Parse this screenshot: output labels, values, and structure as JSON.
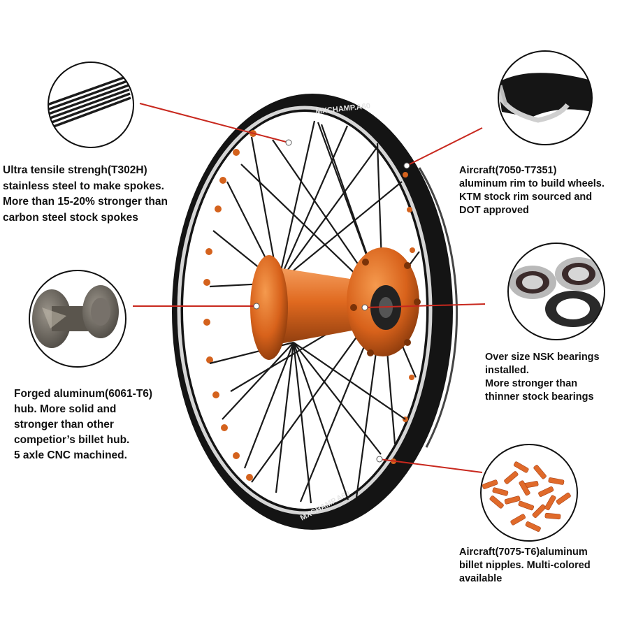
{
  "wheel": {
    "brand_text": "MXCHAMP.A60",
    "accent_color": "#e36a1e",
    "rim_color": "#111111",
    "callout_line_color": "#c8281e"
  },
  "callouts": {
    "spokes": {
      "icon": "spokes-bundle",
      "lines": [
        "Ultra tensile strengh(T302H)",
        "stainless steel to make spokes.",
        "More than 15-20% stronger than",
        "carbon steel stock spokes"
      ]
    },
    "hub": {
      "icon": "forged-hub-blank",
      "lines": [
        "Forged aluminum(6061-T6)",
        "hub. More solid and",
        "stronger than other",
        "competior’s billet hub.",
        "5 axle CNC machined."
      ]
    },
    "rim": {
      "icon": "rim-profile",
      "lines": [
        "Aircraft(7050-T7351)",
        "aluminum rim to build wheels.",
        "KTM stock rim sourced and",
        "DOT approved"
      ]
    },
    "bearings": {
      "icon": "bearings-and-seal",
      "lines": [
        "Over size NSK bearings",
        "installed.",
        "More stronger than",
        "thinner stock bearings"
      ]
    },
    "nipples": {
      "icon": "orange-nipples-pile",
      "lines": [
        "Aircraft(7075-T6)aluminum",
        "billet nipples. Multi-colored",
        "available"
      ]
    }
  }
}
